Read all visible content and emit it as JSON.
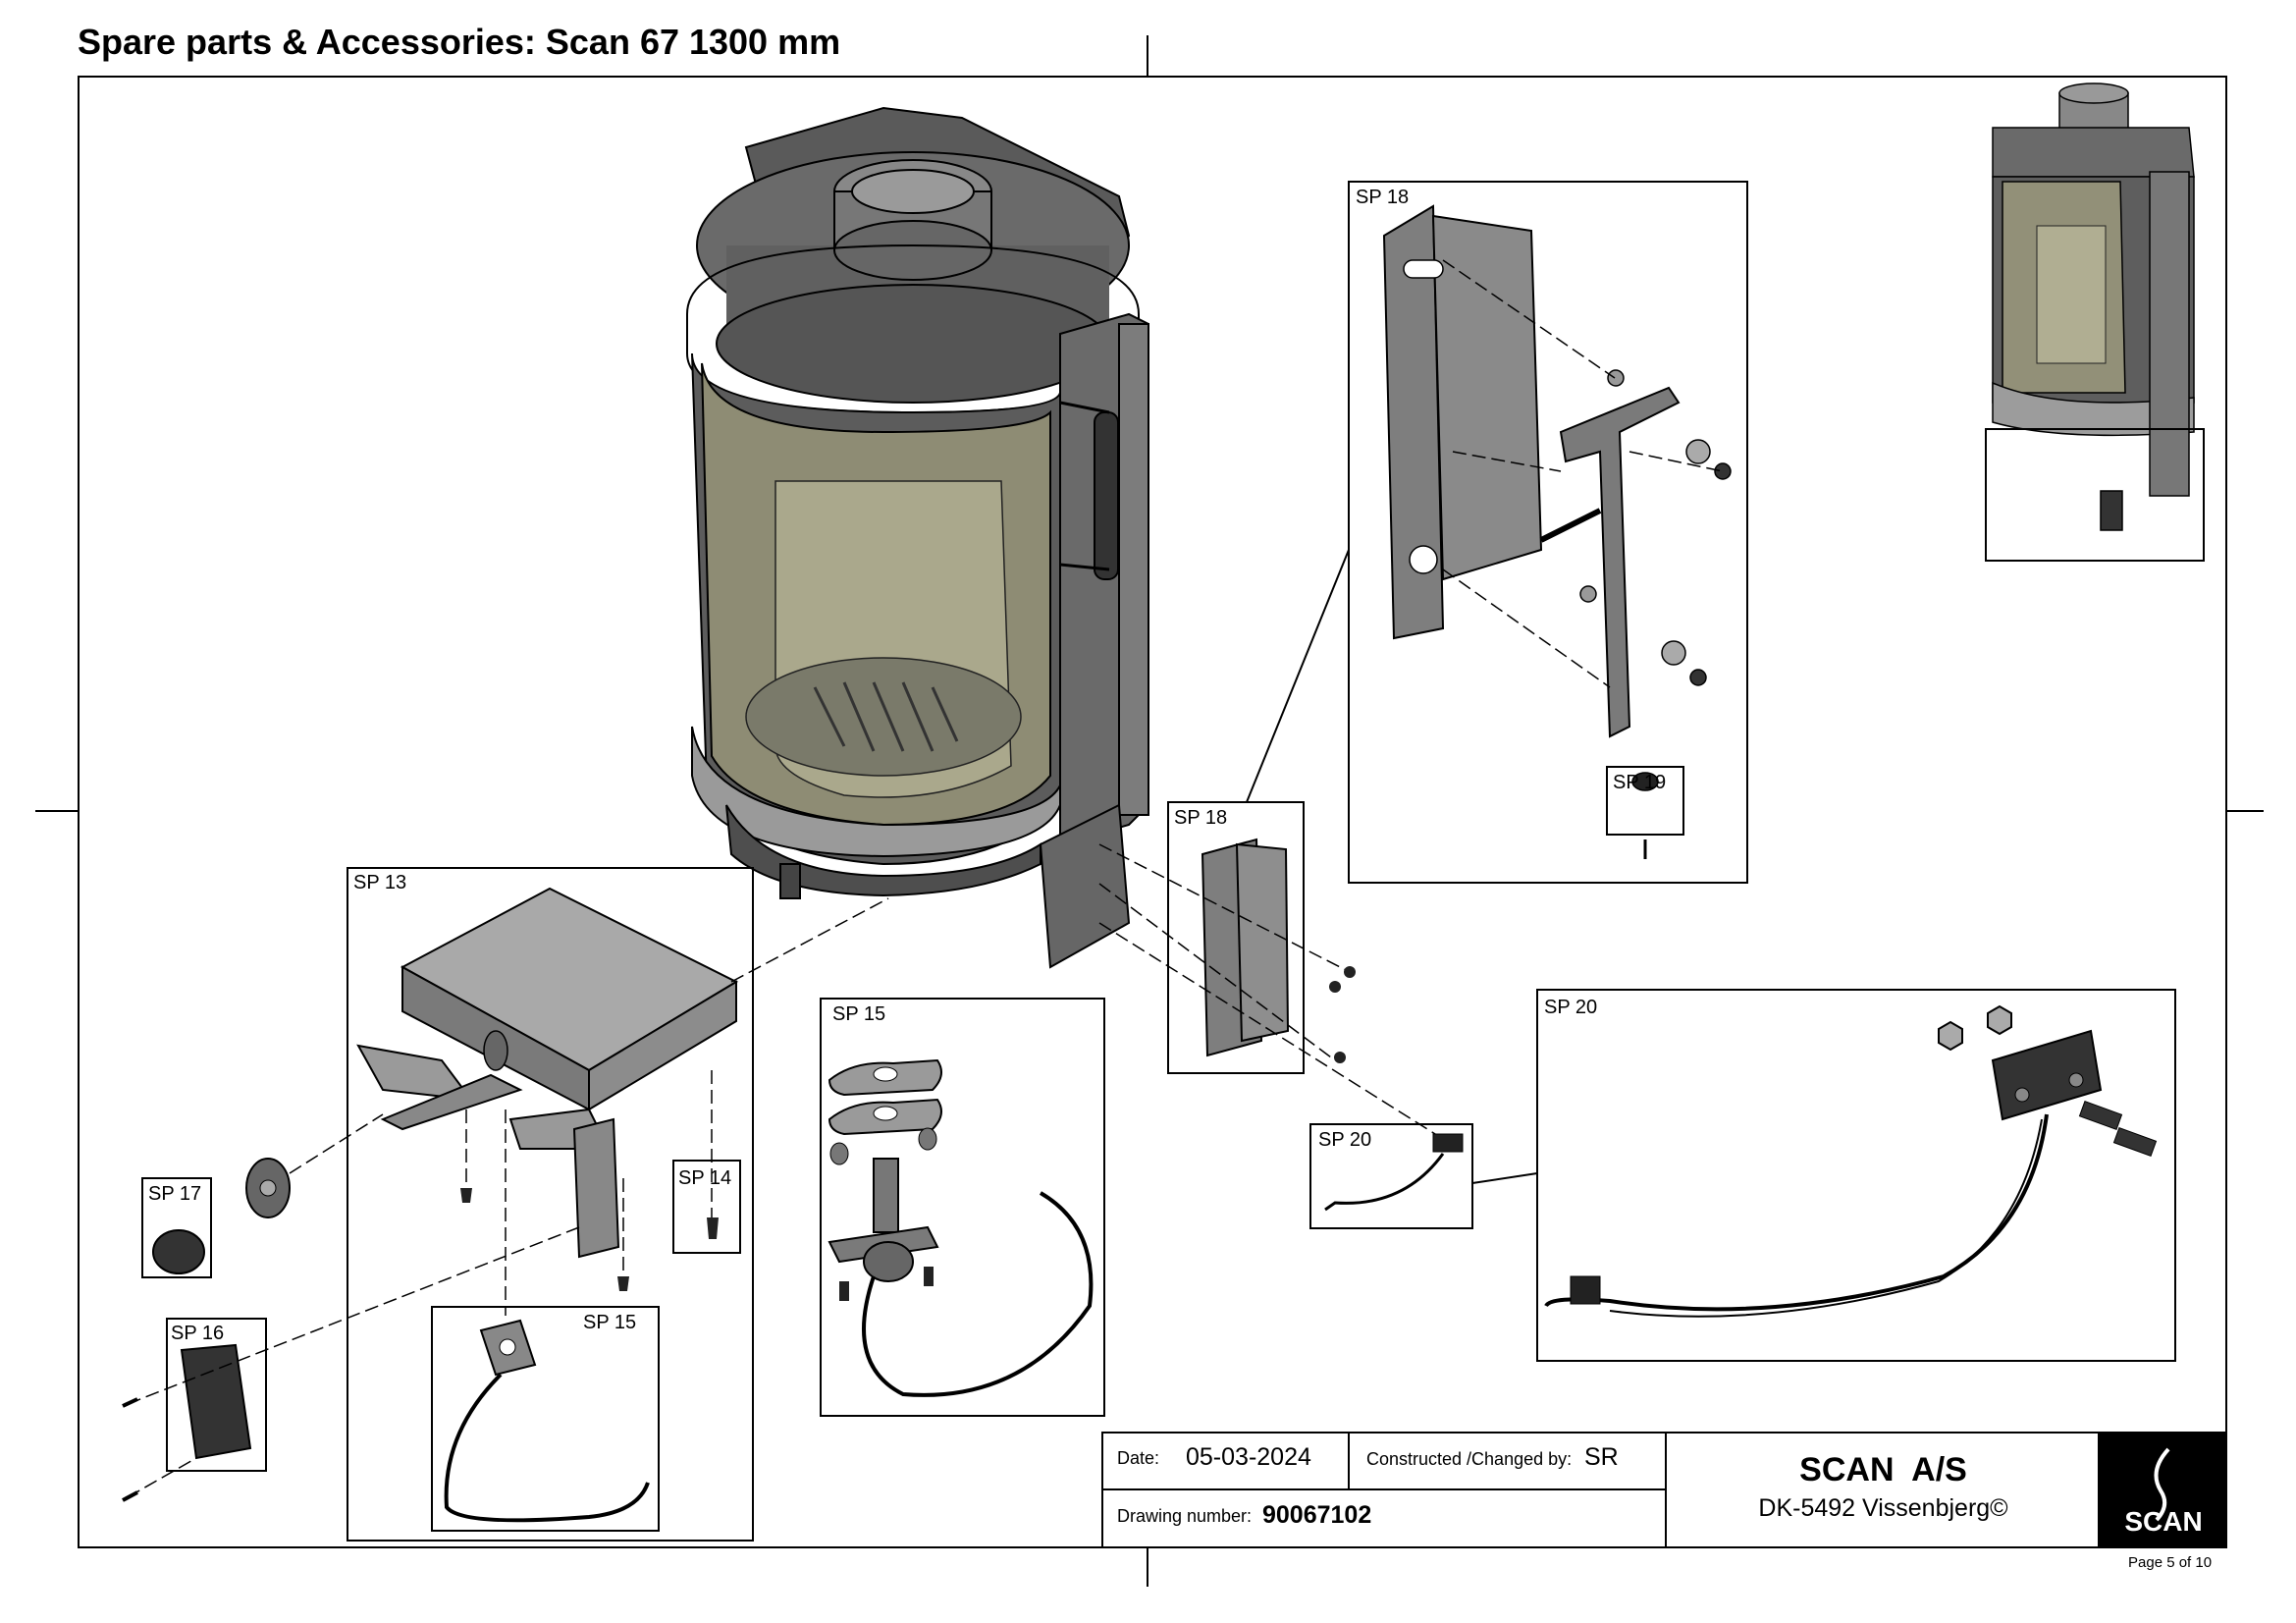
{
  "title": "Spare parts & Accessories: Scan 67 1300 mm",
  "callouts": {
    "sp13": "SP 13",
    "sp14": "SP 14",
    "sp15_main": "SP 15",
    "sp15_small": "SP 15",
    "sp16": "SP 16",
    "sp17": "SP 17",
    "sp18_small": "SP 18",
    "sp18_large": "SP 18",
    "sp19": "SP 19",
    "sp20_small": "SP 20",
    "sp20_large": "SP 20"
  },
  "title_block": {
    "date_label": "Date:",
    "date_value": "05-03-2024",
    "changed_label": "Constructed /Changed by:",
    "changed_value": "SR",
    "drawing_label": "Drawing number:",
    "drawing_value": "90067102",
    "company": "SCAN  A/S",
    "address": "DK-5492 Vissenbjerg©",
    "logo_text": "SCAN"
  },
  "page": "Page 5 of 10",
  "colors": {
    "stove_body": "#6e6e6e",
    "stove_dark": "#4a4a4a",
    "glass": "#9c9a7e",
    "glass_inner": "#b9b79a",
    "part_grey": "#8c8c8c",
    "logo_bg": "#000000"
  }
}
